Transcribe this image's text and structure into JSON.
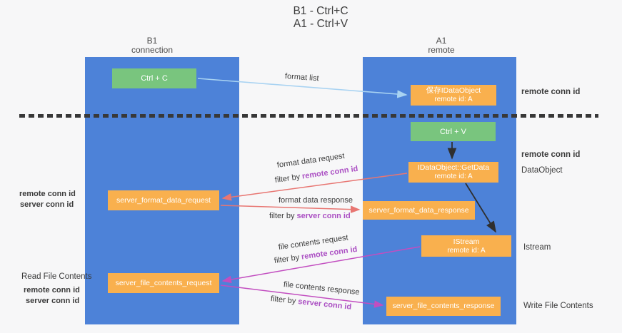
{
  "title": {
    "line1": "B1 - Ctrl+C",
    "line2": "A1 - Ctrl+V"
  },
  "columns": {
    "left": {
      "header_line1": "B1",
      "header_line2": "connection"
    },
    "right": {
      "header_line1": "A1",
      "header_line2": "remote"
    }
  },
  "boxes": {
    "ctrl_c": {
      "label": "Ctrl + C"
    },
    "save_idataobject": {
      "line1": "保存IDataObject",
      "line2": "remote id: A"
    },
    "ctrl_v": {
      "label": "Ctrl + V"
    },
    "getdata": {
      "line1": "IDataObject::GetData",
      "line2": "remote id: A"
    },
    "format_request": {
      "label": "server_format_data_request"
    },
    "format_response": {
      "label": "server_format_data_response"
    },
    "istream": {
      "line1": "IStream",
      "line2": "remote id: A"
    },
    "file_request": {
      "label": "server_file_contents_request"
    },
    "file_response": {
      "label": "server_file_contents_response"
    }
  },
  "flow_labels": {
    "format_list": "format list",
    "format_data_request": "format data request",
    "format_data_response": "format data response",
    "file_contents_request": "file contents request",
    "file_contents_response": "file contents response",
    "filter_by": "filter by ",
    "remote_conn_id": "remote conn id",
    "server_conn_id": "server conn id"
  },
  "side_labels": {
    "right_remote_conn_id_top": "remote conn id",
    "right_remote_conn_id_mid": "remote conn id",
    "data_object": "DataObject",
    "istream": "Istream",
    "write_file_contents": "Write File Contents",
    "left_remote_conn_id_top": "remote conn id",
    "left_server_conn_id_top": "server conn id",
    "read_file_contents": "Read File Contents",
    "left_remote_conn_id_bottom": "remote conn id",
    "left_server_conn_id_bottom": "server conn id"
  },
  "colors": {
    "background": "#f7f7f8",
    "column_blue": "#4d82d8",
    "box_green": "#79c57e",
    "box_orange": "#f9b04e",
    "text_purple": "#ab4fc3",
    "text_green": "#55b054",
    "arrow_light_blue": "#a9d3f2",
    "arrow_black": "#2f2f2f",
    "arrow_salmon": "#e87672",
    "arrow_magenta": "#c24ec0",
    "divider_black": "#383838"
  }
}
